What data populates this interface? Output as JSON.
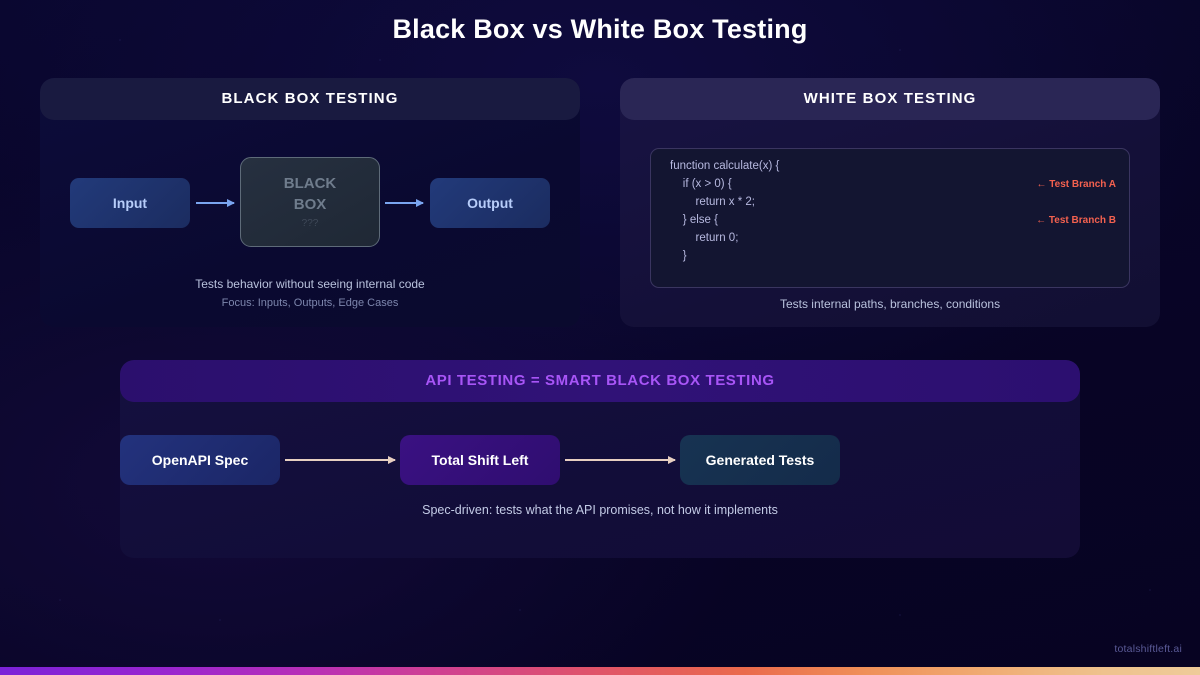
{
  "title": "Black Box vs White Box Testing",
  "panels": {
    "blackbox": {
      "header": "BLACK BOX TESTING",
      "nodes": {
        "input": "Input",
        "box_line1": "BLACK",
        "box_line2": "BOX",
        "box_unknown": "???",
        "output": "Output"
      },
      "caption_primary": "Tests behavior without seeing internal code",
      "caption_secondary": "Focus: Inputs, Outputs, Edge Cases"
    },
    "whitebox": {
      "header": "WHITE BOX TESTING",
      "code_lines": [
        "function calculate(x) {",
        "    if (x > 0) {",
        "        return x * 2;",
        "    } else {",
        "        return 0;",
        "    }"
      ],
      "branch_notes": [
        "← Test Branch A",
        "← Test Branch B"
      ],
      "caption_primary": "Tests internal paths, branches, conditions"
    },
    "api": {
      "header": "API TESTING = SMART BLACK BOX TESTING",
      "nodes": {
        "spec": "OpenAPI Spec",
        "engine": "Total Shift Left",
        "tests": "Generated Tests"
      },
      "caption_primary": "Spec-driven: tests what the API promises, not how it implements"
    }
  },
  "watermark": "totalshiftleft.ai",
  "colors": {
    "page_background": "#080527",
    "title_text": "#ffffff",
    "blackbox_panel": "#0d0c3a",
    "blackbox_header": "#191a40",
    "whitebox_panel": "#181343",
    "whitebox_header": "#2a2655",
    "api_panel": "#15103f",
    "api_header": "#2e1174",
    "api_header_text": "#a855f7",
    "io_node": "#223a7a",
    "blackbox_node": "#2c3643",
    "blackbox_node_border": "#6c7a88",
    "arrow_blue": "#7aa5f0",
    "arrow_peach": "#e7cfc1",
    "branch_note": "#f4614f",
    "node_engine": "#4a179c",
    "node_tests": "#173b52",
    "caption_text": "#b9c2dd",
    "caption_secondary_text": "#7d86ad",
    "watermark_text": "#4d4d86",
    "bottom_bar_from": "#7b22d8",
    "bottom_bar_mid": "#e05468",
    "bottom_bar_to": "#eecb99"
  }
}
